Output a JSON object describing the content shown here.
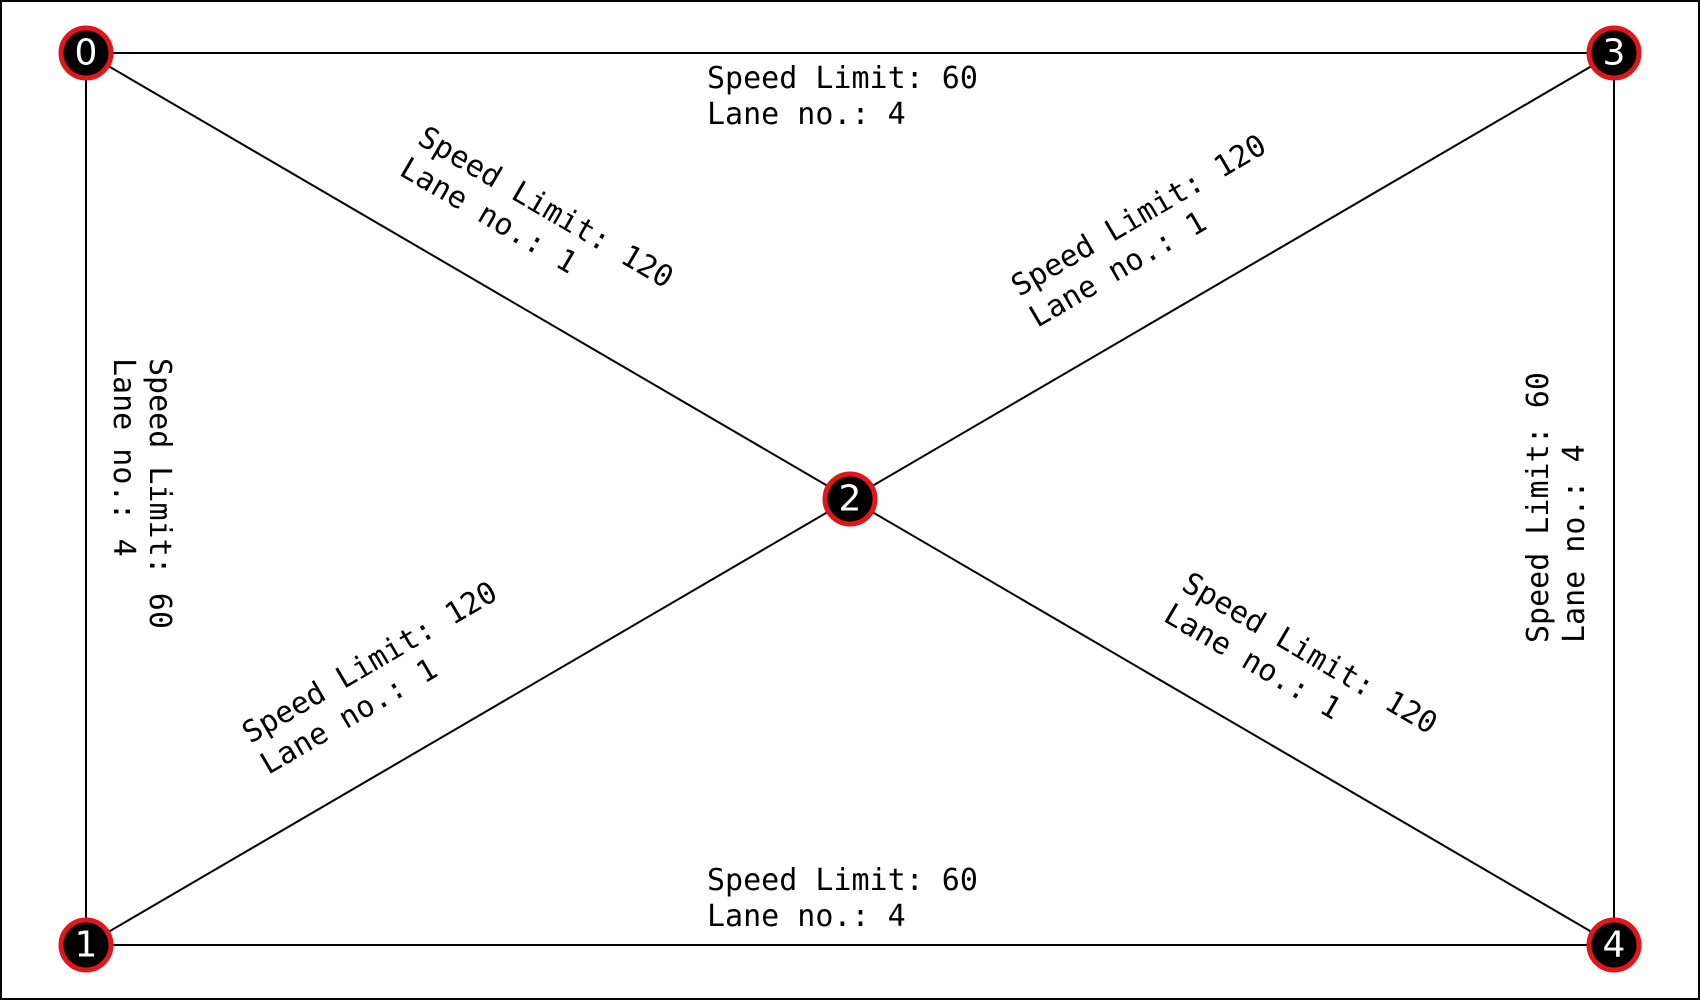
{
  "colors": {
    "edge": "#000000",
    "node_fill": "#000000",
    "node_stroke": "#e0161b",
    "node_text": "#ffffff",
    "frame": "#000000"
  },
  "nodes": [
    {
      "id": "0",
      "label": "0"
    },
    {
      "id": "1",
      "label": "1"
    },
    {
      "id": "2",
      "label": "2"
    },
    {
      "id": "3",
      "label": "3"
    },
    {
      "id": "4",
      "label": "4"
    }
  ],
  "edges": [
    {
      "id": "e03",
      "from": "0",
      "to": "3",
      "speed_limit": "Speed Limit: 60",
      "lanes": "Lane no.: 4"
    },
    {
      "id": "e14",
      "from": "1",
      "to": "4",
      "speed_limit": "Speed Limit: 60",
      "lanes": "Lane no.: 4"
    },
    {
      "id": "e01",
      "from": "0",
      "to": "1",
      "speed_limit": "Speed Limit: 60",
      "lanes": "Lane no.: 4"
    },
    {
      "id": "e34",
      "from": "3",
      "to": "4",
      "speed_limit": "Speed Limit: 60",
      "lanes": "Lane no.: 4"
    },
    {
      "id": "e02",
      "from": "0",
      "to": "2",
      "speed_limit": "Speed Limit: 120",
      "lanes": "Lane no.: 1"
    },
    {
      "id": "e23",
      "from": "2",
      "to": "3",
      "speed_limit": "Speed Limit: 120",
      "lanes": "Lane no.: 1"
    },
    {
      "id": "e12",
      "from": "1",
      "to": "2",
      "speed_limit": "Speed Limit: 120",
      "lanes": "Lane no.: 1"
    },
    {
      "id": "e24",
      "from": "2",
      "to": "4",
      "speed_limit": "Speed Limit: 120",
      "lanes": "Lane no.: 1"
    }
  ]
}
